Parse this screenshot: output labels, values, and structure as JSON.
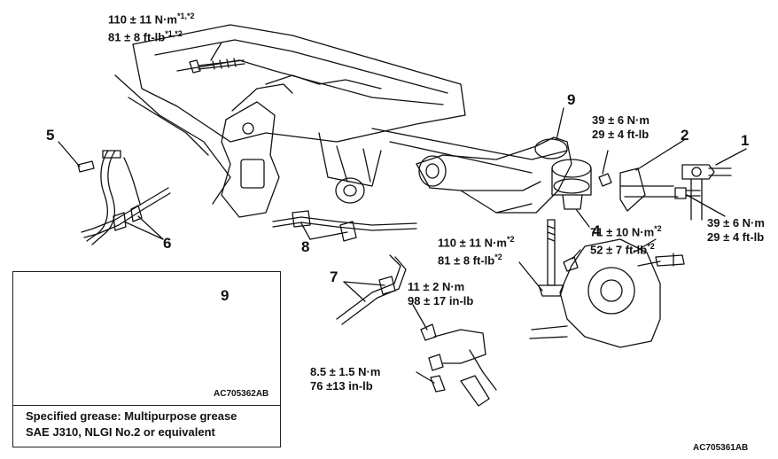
{
  "torque": {
    "t1": {
      "nm": "110 ± 11 N·m",
      "nm_note": "*1,*2",
      "ft": "81 ± 8 ft-lb",
      "ft_note": "*1,*2"
    },
    "t2": {
      "nm": "39 ± 6 N·m",
      "ft": "29 ± 4 ft-lb"
    },
    "t3": {
      "nm": "39 ± 6 N·m",
      "ft": "29 ± 4 ft-lb"
    },
    "t4": {
      "nm": "71 ± 10 N·m",
      "nm_note": "*2",
      "ft": "52 ± 7 ft-lb",
      "ft_note": "*2"
    },
    "t5": {
      "nm": "110 ± 11 N·m",
      "nm_note": "*2",
      "ft": "81 ± 8 ft-lb",
      "ft_note": "*2"
    },
    "t6": {
      "nm": "11 ± 2 N·m",
      "ft": "98 ± 17 in-lb"
    },
    "t7": {
      "nm": "8.5 ± 1.5 N·m",
      "ft": "76 ±13 in-lb"
    }
  },
  "callouts": {
    "c1": "1",
    "c2": "2",
    "c4": "4",
    "c5": "5",
    "c6": "6",
    "c7": "7",
    "c8": "8",
    "c9_main": "9",
    "c9_inset": "9"
  },
  "inset": {
    "code": "AC705362AB",
    "note_line1": "Specified grease: Multipurpose grease",
    "note_line2": "SAE J310, NLGI No.2 or equivalent"
  },
  "figure_code": "AC705361AB"
}
